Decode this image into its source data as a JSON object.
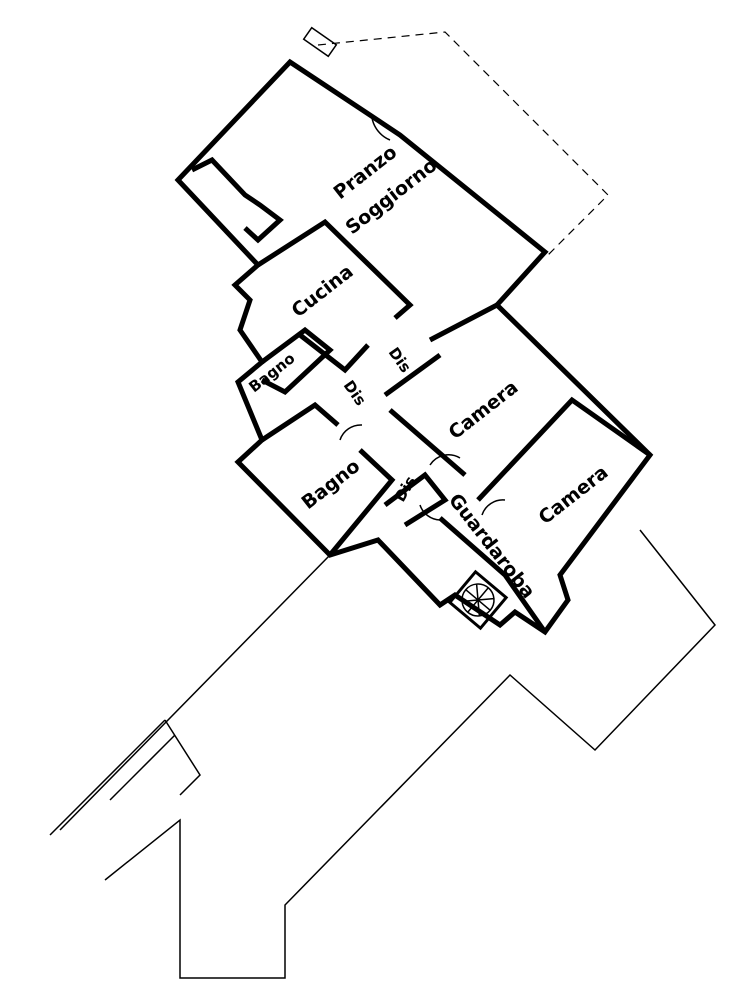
{
  "plan": {
    "rooms": {
      "pranzo": "Pranzo",
      "soggiorno": "Soggiorno",
      "cucina": "Cucina",
      "bagno_small": "Bagno",
      "dis_1": "Dis",
      "dis_2": "Dis",
      "camera_1": "Camera",
      "bagno": "Bagno",
      "dis_3": "Dis",
      "guardaroba": "Guardaroba",
      "camera_2": "Camera"
    }
  }
}
